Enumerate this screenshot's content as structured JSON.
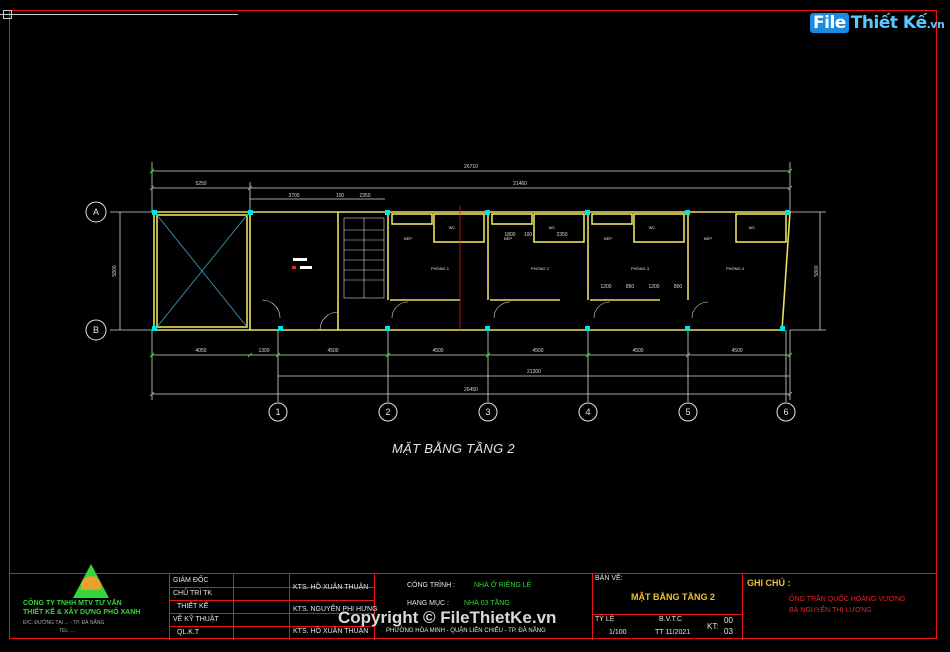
{
  "watermark_logo": {
    "prefix": "File",
    "name": "Thiết Kế",
    "suffix": ".vn"
  },
  "drawing_title": "MẶT BẰNG TẦNG 2",
  "axes": {
    "columns": [
      "1",
      "2",
      "3",
      "4",
      "5",
      "6"
    ],
    "rows": [
      "A",
      "B"
    ]
  },
  "dimensions": {
    "top_total": "26710",
    "top_left": "5250",
    "top_right": "21460",
    "top_sub": [
      "3700",
      "100",
      "2350"
    ],
    "bottom_spans": [
      "4050",
      "1300",
      "4500",
      "4500",
      "4500",
      "4500",
      "4500"
    ],
    "bottom_sub": "21300",
    "bottom_total": "26450",
    "left_side": "5800",
    "right_side": "5800",
    "inner": [
      "1800",
      "100",
      "2350",
      "1200",
      "850",
      "1200",
      "800"
    ]
  },
  "rooms": {
    "bedroom_1": "PHÒNG 1",
    "bedroom_2": "PHÒNG 2",
    "bedroom_3": "PHÒNG 3",
    "bedroom_4": "PHÒNG 4",
    "wc": "WC",
    "bep": "BẾP"
  },
  "title_block": {
    "company_line1": "CÔNG TY TNHH MTV TƯ VẤN",
    "company_line2": "THIẾT KẾ & XÂY DỰNG PHỐ XANH",
    "company_address": "Đ/C: ĐƯỜNG TẠI ... - TP. ĐÀ NẴNG",
    "company_tel": "TEL: ...",
    "roles": [
      "GIÁM ĐỐC",
      "CHỦ TRÌ TK",
      "THIẾT KẾ",
      "VẼ KỸ THUẬT",
      "QL.K.T"
    ],
    "people": [
      "KTS. HỒ XUÂN THUẬN",
      "KTS. NGUYỄN PHI HƯNG",
      "KTS. HỒ XUÂN THUẬN"
    ],
    "cong_trinh_label": "CÔNG TRÌNH :",
    "cong_trinh_value": "NHÀ Ở RIÊNG LẺ",
    "hang_muc_label": "HẠNG MỤC :",
    "hang_muc_value": "NHÀ 03 TẦNG",
    "address": "PHƯỜNG HÒA MINH - QUẬN LIÊN CHIỂU - TP. ĐÀ NẴNG",
    "ban_ve_label": "BẢN VẼ:",
    "ban_ve_value": "MẶT BẰNG TẦNG 2",
    "ty_le_label": "TỶ LỆ",
    "ty_le_value": "1/100",
    "stage": "B.V.T.C",
    "date": "TT 11/2021",
    "kt_label": "KT:",
    "kt_value": "00",
    "sheet": "03",
    "ghi_chu_label": "GHI CHÚ :",
    "notes": [
      "ÔNG TRẦN QUỐC HOÀNG VƯƠNG",
      "BÀ NGUYỄN THỊ LƯƠNG"
    ]
  },
  "copyright": "Copyright © FileThietKe.vn",
  "colors": {
    "frame": "#e11",
    "wall": "#e8e060",
    "dim": "#d8d8d8",
    "accent": "#37d43a",
    "column": "#00e5e5"
  }
}
